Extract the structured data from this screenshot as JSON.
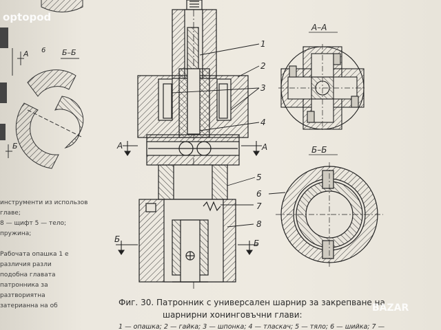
{
  "watermarks": {
    "top_left": "optopod",
    "bottom_right": "BAZAR"
  },
  "section_labels": {
    "aa_title": "А–А",
    "bb_title": "Б–Б"
  },
  "cut_marks": {
    "a_left": "А",
    "a_right": "А",
    "b_left": "Б",
    "b_right": "Б",
    "small_left_a": "А",
    "small_left_b": "Б",
    "small_left_6": "6",
    "small_left_bb": "Б–Б"
  },
  "callouts": [
    "1",
    "2",
    "3",
    "4",
    "5",
    "6",
    "7",
    "8"
  ],
  "caption": {
    "line1": "Фиг. 30. Патронник с универсален шарнир за закрепване на",
    "line2": "шарнирни хонинговъчни глави:",
    "line3": "1 — опашка; 2 — гайка; 3 — шпонка; 4 — тласкач; 5 — тяло; 6 — шийка; 7 —"
  },
  "left_column_lines": [
    "инструменти из использов",
    "главе;",
    "8 — щифт  5 — тело;",
    "пружина;",
    "",
    "Рабочата опашка 1 е",
    "различия разли",
    "подобна главата",
    "патронника за",
    "разтвориятна",
    "затерианна на об"
  ]
}
